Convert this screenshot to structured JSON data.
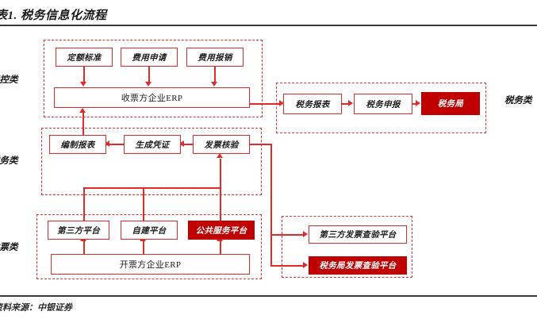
{
  "title": "表1. 税务信息化流程",
  "footer": "资料来源：中银证券",
  "categories": {
    "fee_control": "费控类",
    "finance": "财务类",
    "invoice": "发票类",
    "tax": "税务类"
  },
  "nodes": {
    "quota_standard": "定额标准",
    "expense_application": "费用申请",
    "expense_reimbursement": "费用报销",
    "receiver_erp": "收票方企业ERP",
    "compile_report": "编制报表",
    "generate_voucher": "生成凭证",
    "invoice_verification": "发票核验",
    "third_party_platform": "第三方平台",
    "self_built_platform": "自建平台",
    "public_service_platform": "公共服务平台",
    "issuer_erp": "开票方企业ERP",
    "tax_report": "税务报表",
    "tax_filing": "税务申报",
    "tax_bureau": "税务局",
    "third_party_verify_platform": "第三方发票查验平台",
    "tax_bureau_verify_platform": "税务局发票查验平台"
  },
  "colors": {
    "accent_red": "#E02B2B",
    "fill_dark_red": "#C00000",
    "text": "#1a1a1a",
    "rule": "#3a3a3a"
  }
}
